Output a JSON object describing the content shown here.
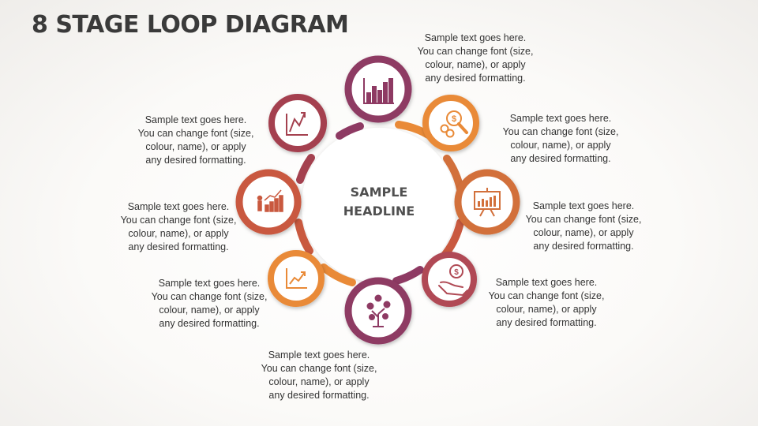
{
  "title": "8 STAGE LOOP DIAGRAM",
  "headline": {
    "line1": "SAMPLE",
    "line2": "HEADLINE"
  },
  "colors": {
    "purple": "#8e3a63",
    "orange": "#e98a37",
    "rust": "#c9593f",
    "rose": "#a4414f",
    "wine": "#b04a55"
  },
  "stages": [
    {
      "icon": "bar-chart-icon",
      "lines": [
        "Sample text goes here.",
        "You can change font (size,",
        "colour, name), or apply",
        "any desired formatting."
      ]
    },
    {
      "icon": "dollar-magnifier-icon",
      "lines": [
        "Sample text goes here.",
        "You can change font (size,",
        "colour, name), or apply",
        "any desired formatting."
      ]
    },
    {
      "icon": "presentation-board-icon",
      "lines": [
        "Sample text goes here.",
        "You can change font (size,",
        "colour, name), or apply",
        "any desired formatting."
      ]
    },
    {
      "icon": "hand-coin-icon",
      "lines": [
        "Sample text goes here.",
        "You can change font (size,",
        "colour, name), or apply",
        "any desired formatting."
      ]
    },
    {
      "icon": "money-tree-icon",
      "lines": [
        "Sample text goes here.",
        "You can change font (size,",
        "colour, name), or apply",
        "any desired formatting."
      ]
    },
    {
      "icon": "line-growth-chart-icon",
      "lines": [
        "Sample text goes here.",
        "You can change font (size,",
        "colour, name), or apply",
        "any desired formatting."
      ]
    },
    {
      "icon": "person-growth-chart-icon",
      "lines": [
        "Sample text goes here.",
        "You can change font (size,",
        "colour, name), or apply",
        "any desired formatting."
      ]
    },
    {
      "icon": "zigzag-arrow-chart-icon",
      "lines": [
        "Sample text goes here.",
        "You can change font (size,",
        "colour, name), or apply",
        "any desired formatting."
      ]
    }
  ]
}
